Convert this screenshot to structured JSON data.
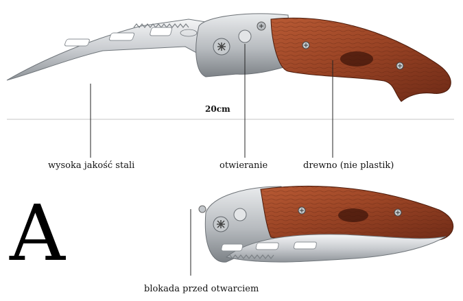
{
  "annotations": {
    "length": "20cm",
    "steel_quality": "wysoka jakość stali",
    "opening": "otwieranie",
    "wood": "drewno (nie plastik)",
    "lock": "blokada przed otwarciem"
  },
  "variant_letter": "A",
  "colors": {
    "blade_light": "#e6e8ea",
    "blade_dark": "#9ea3a8",
    "wood_light": "#c0653d",
    "wood_dark": "#6e2a16",
    "line": "#222222",
    "dimension_line": "#bfbfbf"
  }
}
